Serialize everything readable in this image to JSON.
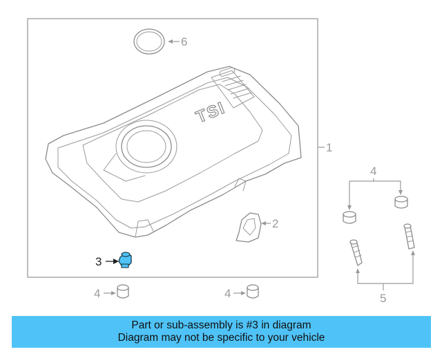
{
  "callouts": {
    "c1": "1",
    "c2": "2",
    "c3": "3",
    "c4a": "4",
    "c4b": "4",
    "c4c": "4",
    "c5": "5",
    "c6": "6"
  },
  "engine_cover": {
    "badge": "TSI"
  },
  "highlight_color": "#4fc3f7",
  "banner": {
    "line1": "Part or sub-assembly is #3 in diagram",
    "line2": "Diagram may not be specific to your vehicle"
  }
}
